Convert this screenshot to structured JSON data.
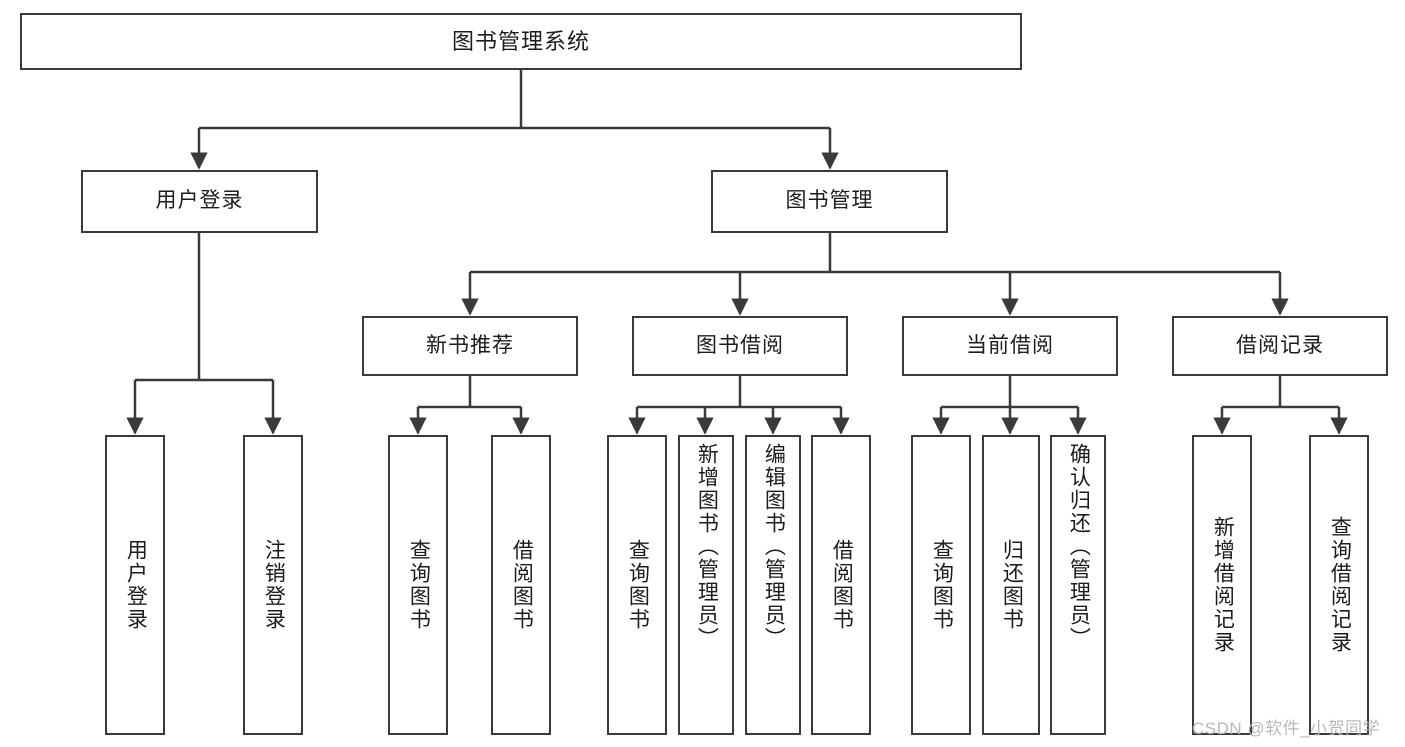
{
  "diagram": {
    "type": "tree-hierarchy",
    "title": "图书管理系统",
    "root": {
      "label": "图书管理系统"
    },
    "level2": [
      {
        "label": "用户登录"
      },
      {
        "label": "图书管理"
      }
    ],
    "level3": [
      {
        "label": "新书推荐"
      },
      {
        "label": "图书借阅"
      },
      {
        "label": "当前借阅"
      },
      {
        "label": "借阅记录"
      }
    ],
    "leaves": [
      {
        "label": "用户登录",
        "parent": "用户登录"
      },
      {
        "label": "注销登录",
        "parent": "用户登录"
      },
      {
        "label": "查询图书",
        "parent": "新书推荐"
      },
      {
        "label": "借阅图书",
        "parent": "新书推荐"
      },
      {
        "label": "查询图书",
        "parent": "图书借阅"
      },
      {
        "label": "新增图书（管理员）",
        "parent": "图书借阅"
      },
      {
        "label": "编辑图书（管理员）",
        "parent": "图书借阅"
      },
      {
        "label": "借阅图书",
        "parent": "图书借阅"
      },
      {
        "label": "查询图书",
        "parent": "当前借阅"
      },
      {
        "label": "归还图书",
        "parent": "当前借阅"
      },
      {
        "label": "确认归还（管理员）",
        "parent": "当前借阅"
      },
      {
        "label": "新增借阅记录",
        "parent": "借阅记录"
      },
      {
        "label": "查询借阅记录",
        "parent": "借阅记录"
      }
    ]
  },
  "watermark": {
    "text": "CSDN @软件_小贺同学"
  },
  "colors": {
    "stroke": "#3a3a3a",
    "text": "#1c1c1c",
    "background": "#ffffff",
    "watermark": "#b9b9b9"
  }
}
